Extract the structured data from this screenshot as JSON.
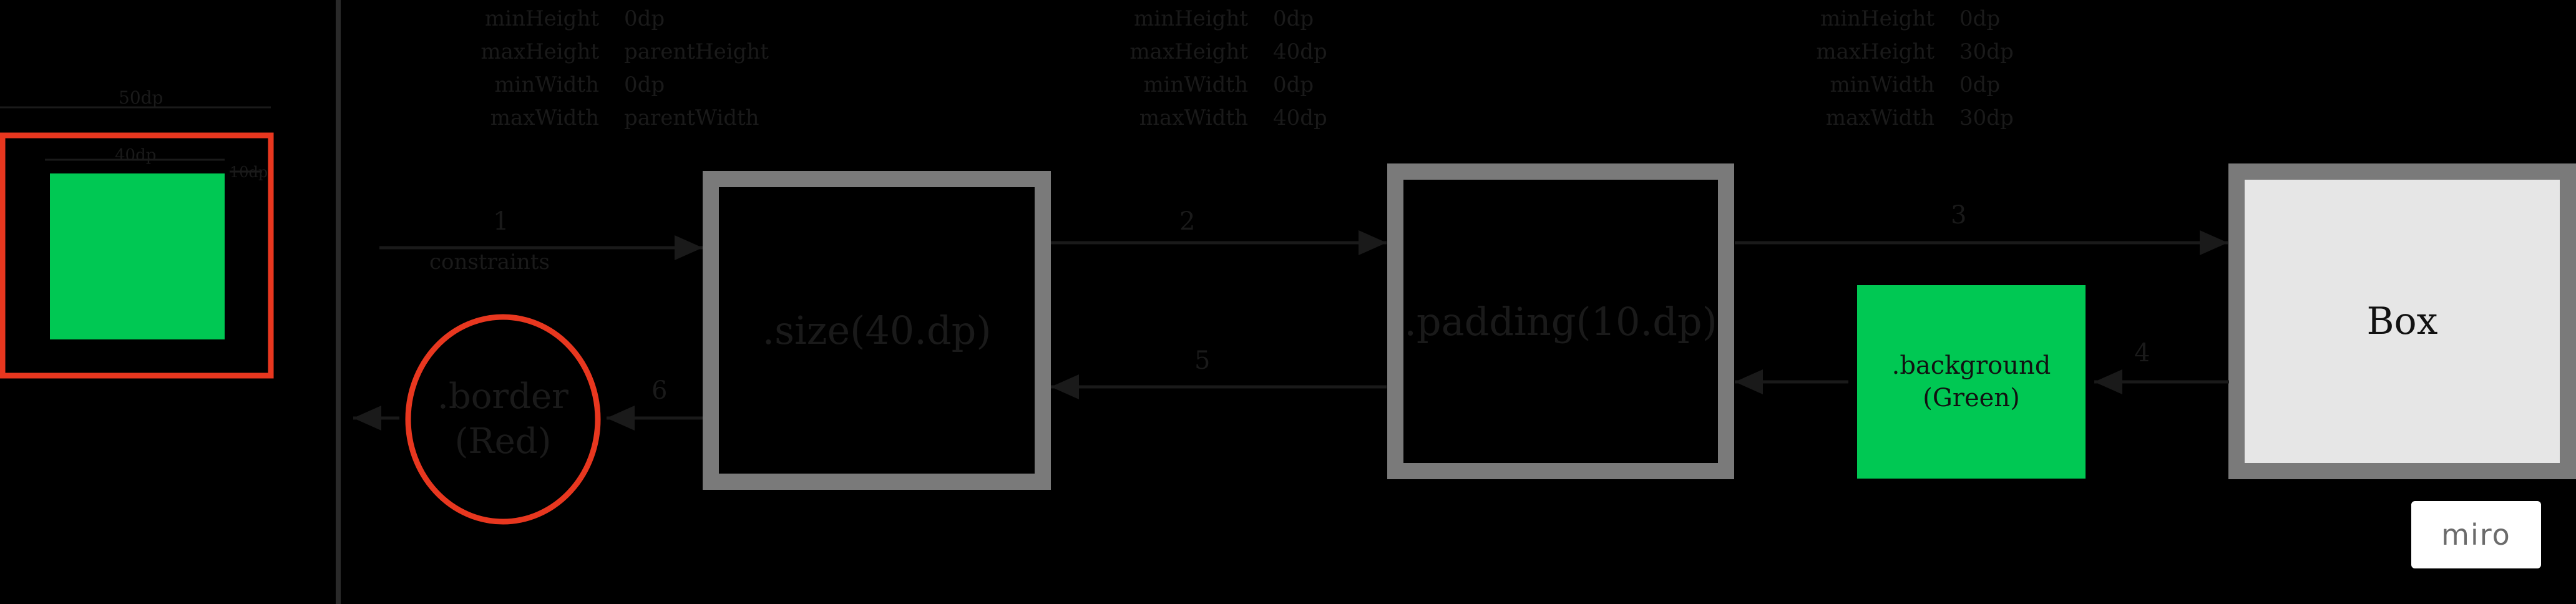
{
  "colors": {
    "background": "#000000",
    "green": "#00c853",
    "red_border": "#e8371f",
    "box_fill": "#e6e6e6",
    "node_border": "#7a7a7a",
    "dark_text": "#1a1a1a"
  },
  "preview": {
    "outer_width_label": "50dp",
    "inner_width_label": "40dp",
    "offset_label": "10dp"
  },
  "constraint_groups": [
    {
      "rows": [
        {
          "key": "minHeight",
          "value": "0dp"
        },
        {
          "key": "maxHeight",
          "value": "parentHeight"
        },
        {
          "key": "minWidth",
          "value": "0dp"
        },
        {
          "key": "maxWidth",
          "value": "parentWidth"
        }
      ]
    },
    {
      "rows": [
        {
          "key": "minHeight",
          "value": "0dp"
        },
        {
          "key": "maxHeight",
          "value": "40dp"
        },
        {
          "key": "minWidth",
          "value": "0dp"
        },
        {
          "key": "maxWidth",
          "value": "40dp"
        }
      ]
    },
    {
      "rows": [
        {
          "key": "minHeight",
          "value": "0dp"
        },
        {
          "key": "maxHeight",
          "value": "30dp"
        },
        {
          "key": "minWidth",
          "value": "0dp"
        },
        {
          "key": "maxWidth",
          "value": "30dp"
        }
      ]
    }
  ],
  "steps": {
    "s1": "1",
    "s1_caption": "constraints",
    "s2": "2",
    "s3": "3",
    "s4": "4",
    "s5": "5",
    "s6": "6"
  },
  "nodes": {
    "size": ".size(40.dp)",
    "padding": ".padding(10.dp)",
    "box": "Box",
    "background_line1": ".background",
    "background_line2": "(Green)",
    "border_line1": ".border",
    "border_line2": "(Red)"
  },
  "logo": "miro"
}
